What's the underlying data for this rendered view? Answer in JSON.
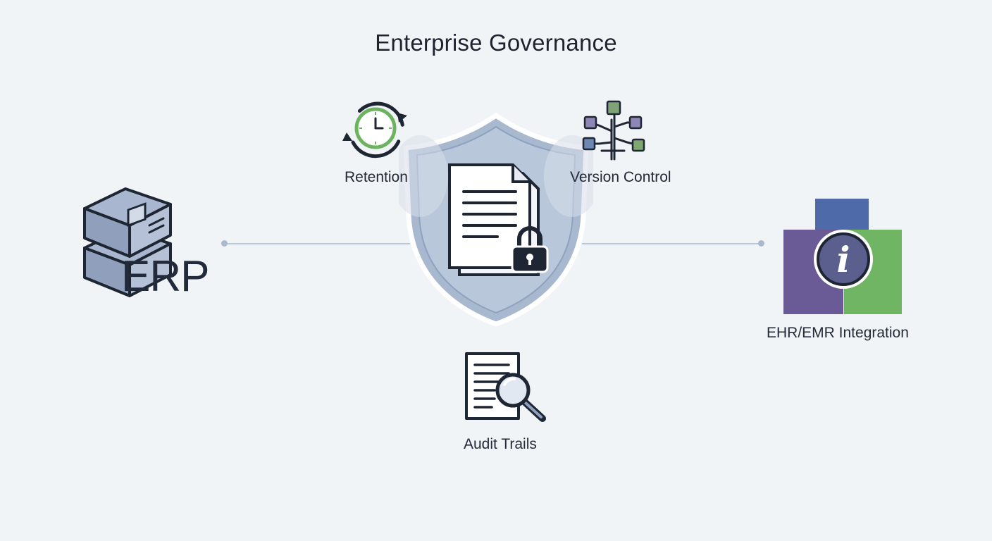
{
  "title": "Enterprise Governance",
  "nodes": {
    "retention": {
      "label": "Retention",
      "icon": "clock-cycle-icon"
    },
    "version_control": {
      "label": "Version Control",
      "icon": "branch-tree-icon"
    },
    "audit_trails": {
      "label": "Audit Trails",
      "icon": "document-magnifier-icon"
    },
    "erp": {
      "label": "ERP",
      "icon": "server-stack-icon"
    },
    "ehr_emr": {
      "label": "EHR/EMR Integration",
      "icon": "info-cross-icon"
    },
    "center": {
      "icon": "shield-locked-document-icon"
    }
  },
  "colors": {
    "background": "#f1f4f7",
    "shield": "#a9b9d0",
    "dark": "#1e2533",
    "green": "#6cb35f",
    "purple": "#6a5a96",
    "blue": "#4f6ba7"
  }
}
